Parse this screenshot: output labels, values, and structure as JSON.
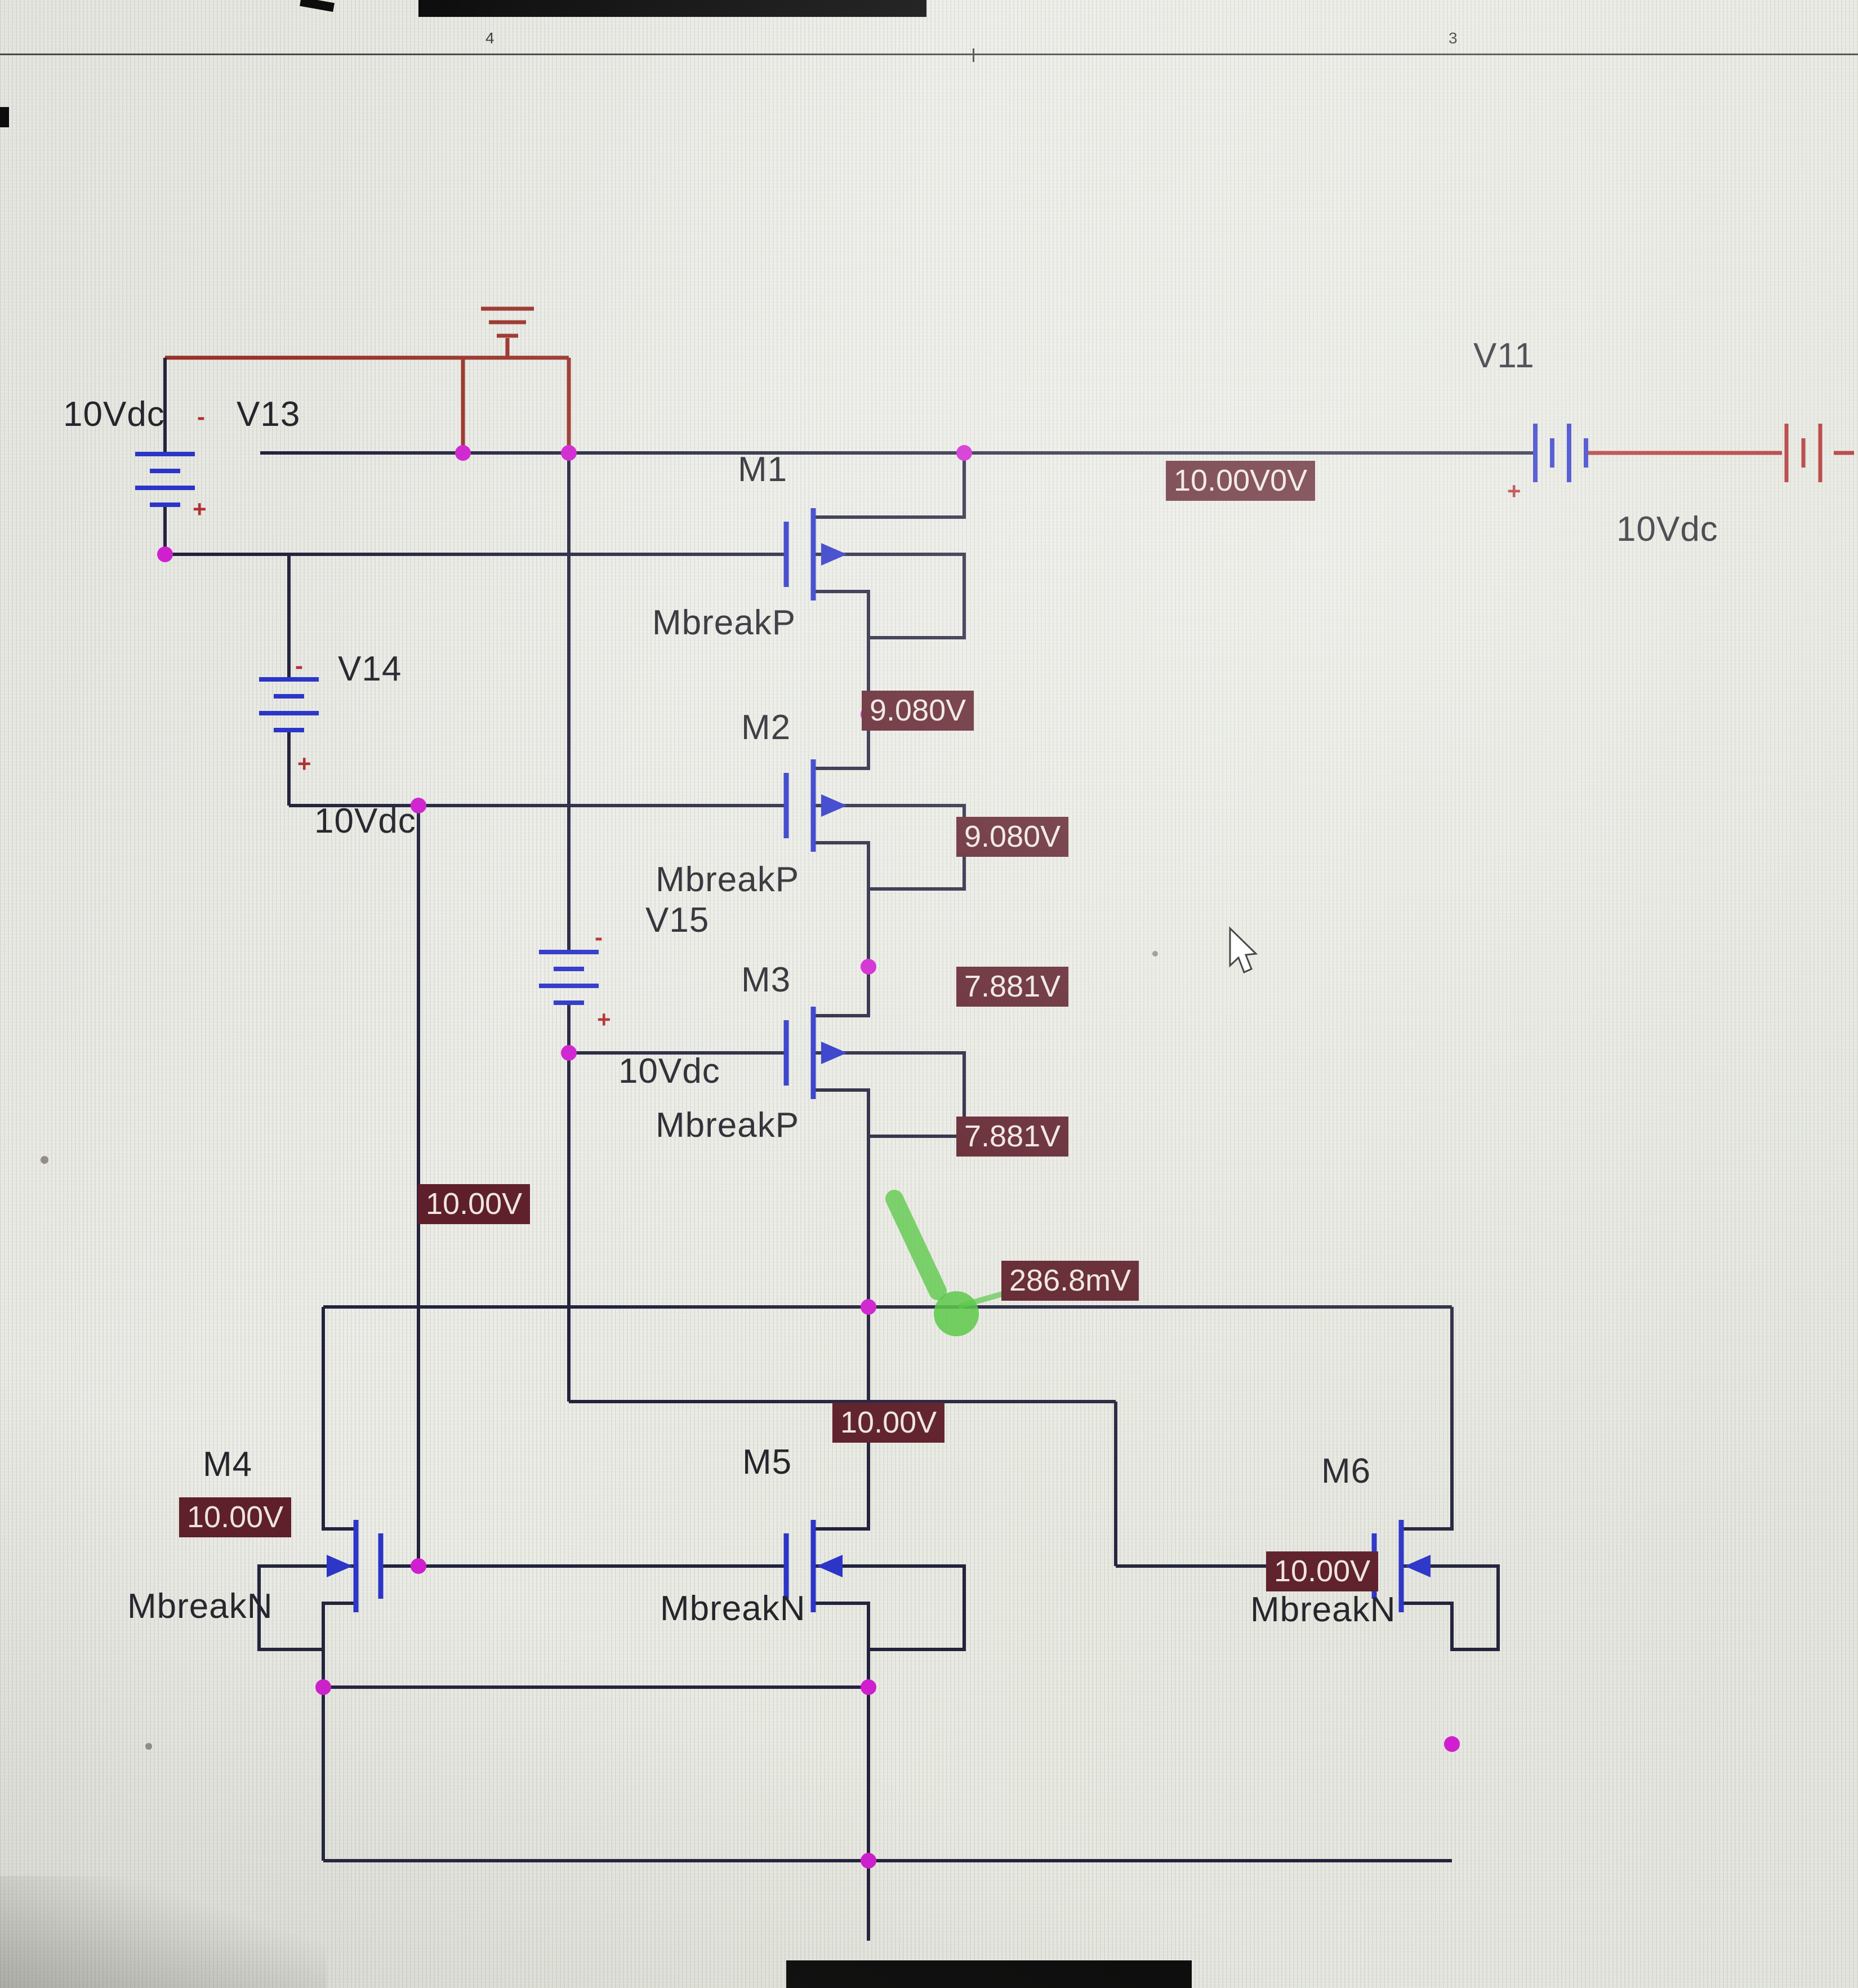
{
  "chrome": {
    "page_ruler_tick_left": "4",
    "page_ruler_tick_right": "3"
  },
  "colors": {
    "wire": "#23233e",
    "symbol_blue": "#2c35c8",
    "top_net_red": "#993129",
    "right_lead_red": "#b03030",
    "junction_magenta": "#cf1fcf",
    "readout_bg": "#5e1f2a",
    "readout_text": "#efe5e0",
    "annotation_green": "#52c53e"
  },
  "sources": [
    {
      "id": "v13",
      "name": "V13",
      "value": "10Vdc",
      "plus": "+",
      "minus": "-"
    },
    {
      "id": "v14",
      "name": "V14",
      "value": "10Vdc",
      "plus": "+",
      "minus": "-"
    },
    {
      "id": "v15",
      "name": "V15",
      "value": "10Vdc",
      "plus": "+",
      "minus": "-"
    },
    {
      "id": "v11",
      "name": "V11",
      "value": "10Vdc",
      "plus": "+"
    }
  ],
  "transistors": [
    {
      "id": "m1",
      "name": "M1",
      "model": "MbreakP"
    },
    {
      "id": "m2",
      "name": "M2",
      "model": "MbreakP"
    },
    {
      "id": "m3",
      "name": "M3",
      "model": "MbreakP"
    },
    {
      "id": "m4",
      "name": "M4",
      "model": "MbreakN"
    },
    {
      "id": "m5",
      "name": "M5",
      "model": "MbreakN"
    },
    {
      "id": "m6",
      "name": "M6",
      "model": "MbreakN"
    }
  ],
  "readouts": [
    {
      "id": "vdd-rail",
      "text": "10.00V0V"
    },
    {
      "id": "m1-m2-node",
      "text": "9.080V"
    },
    {
      "id": "m2-body-node",
      "text": "9.080V"
    },
    {
      "id": "m2-m3-node",
      "text": "7.881V"
    },
    {
      "id": "m3-body-node",
      "text": "7.881V"
    },
    {
      "id": "bias-branch",
      "text": "10.00V"
    },
    {
      "id": "output-node",
      "text": "286.8mV"
    },
    {
      "id": "gate-branch",
      "text": "10.00V"
    },
    {
      "id": "m4-node",
      "text": "10.00V"
    },
    {
      "id": "m6-node",
      "text": "10.00V"
    }
  ]
}
